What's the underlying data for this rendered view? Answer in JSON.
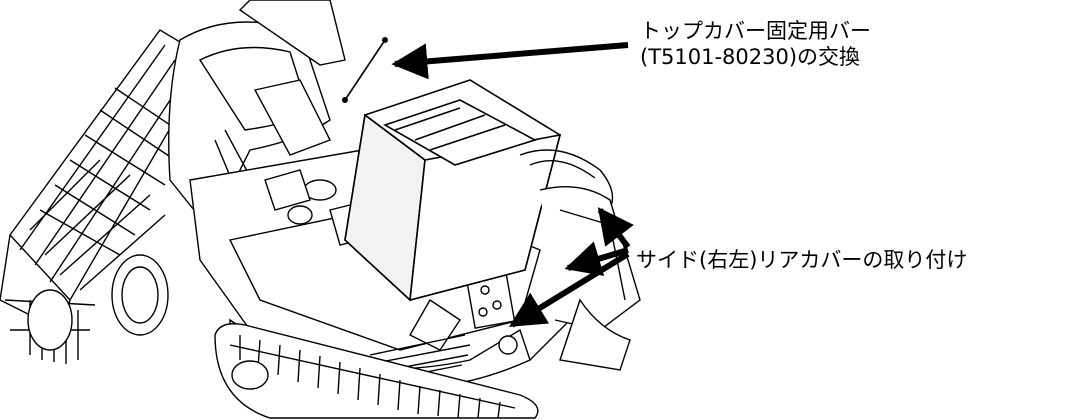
{
  "callouts": {
    "top_cover_bar": {
      "line1": "トップカバー固定用バー",
      "line2": "(T5101-80230)の交換"
    },
    "side_rear_cover": {
      "text": "サイド(右左)リアカバーの取り付け"
    }
  },
  "colors": {
    "ink": "#000000",
    "background": "#ffffff",
    "shade": "#d8d8d8"
  }
}
